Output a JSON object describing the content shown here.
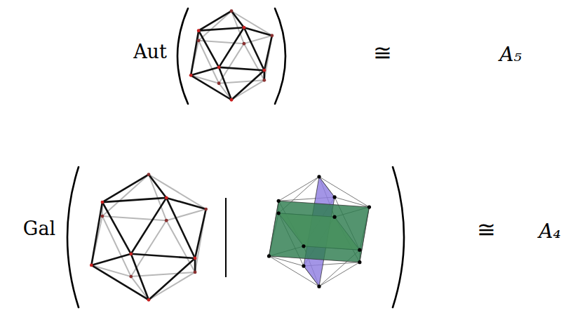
{
  "diagram": {
    "labels": [
      "Aut",
      "≅",
      "A₅",
      "Gal",
      "≅",
      "A₄"
    ]
  }
}
